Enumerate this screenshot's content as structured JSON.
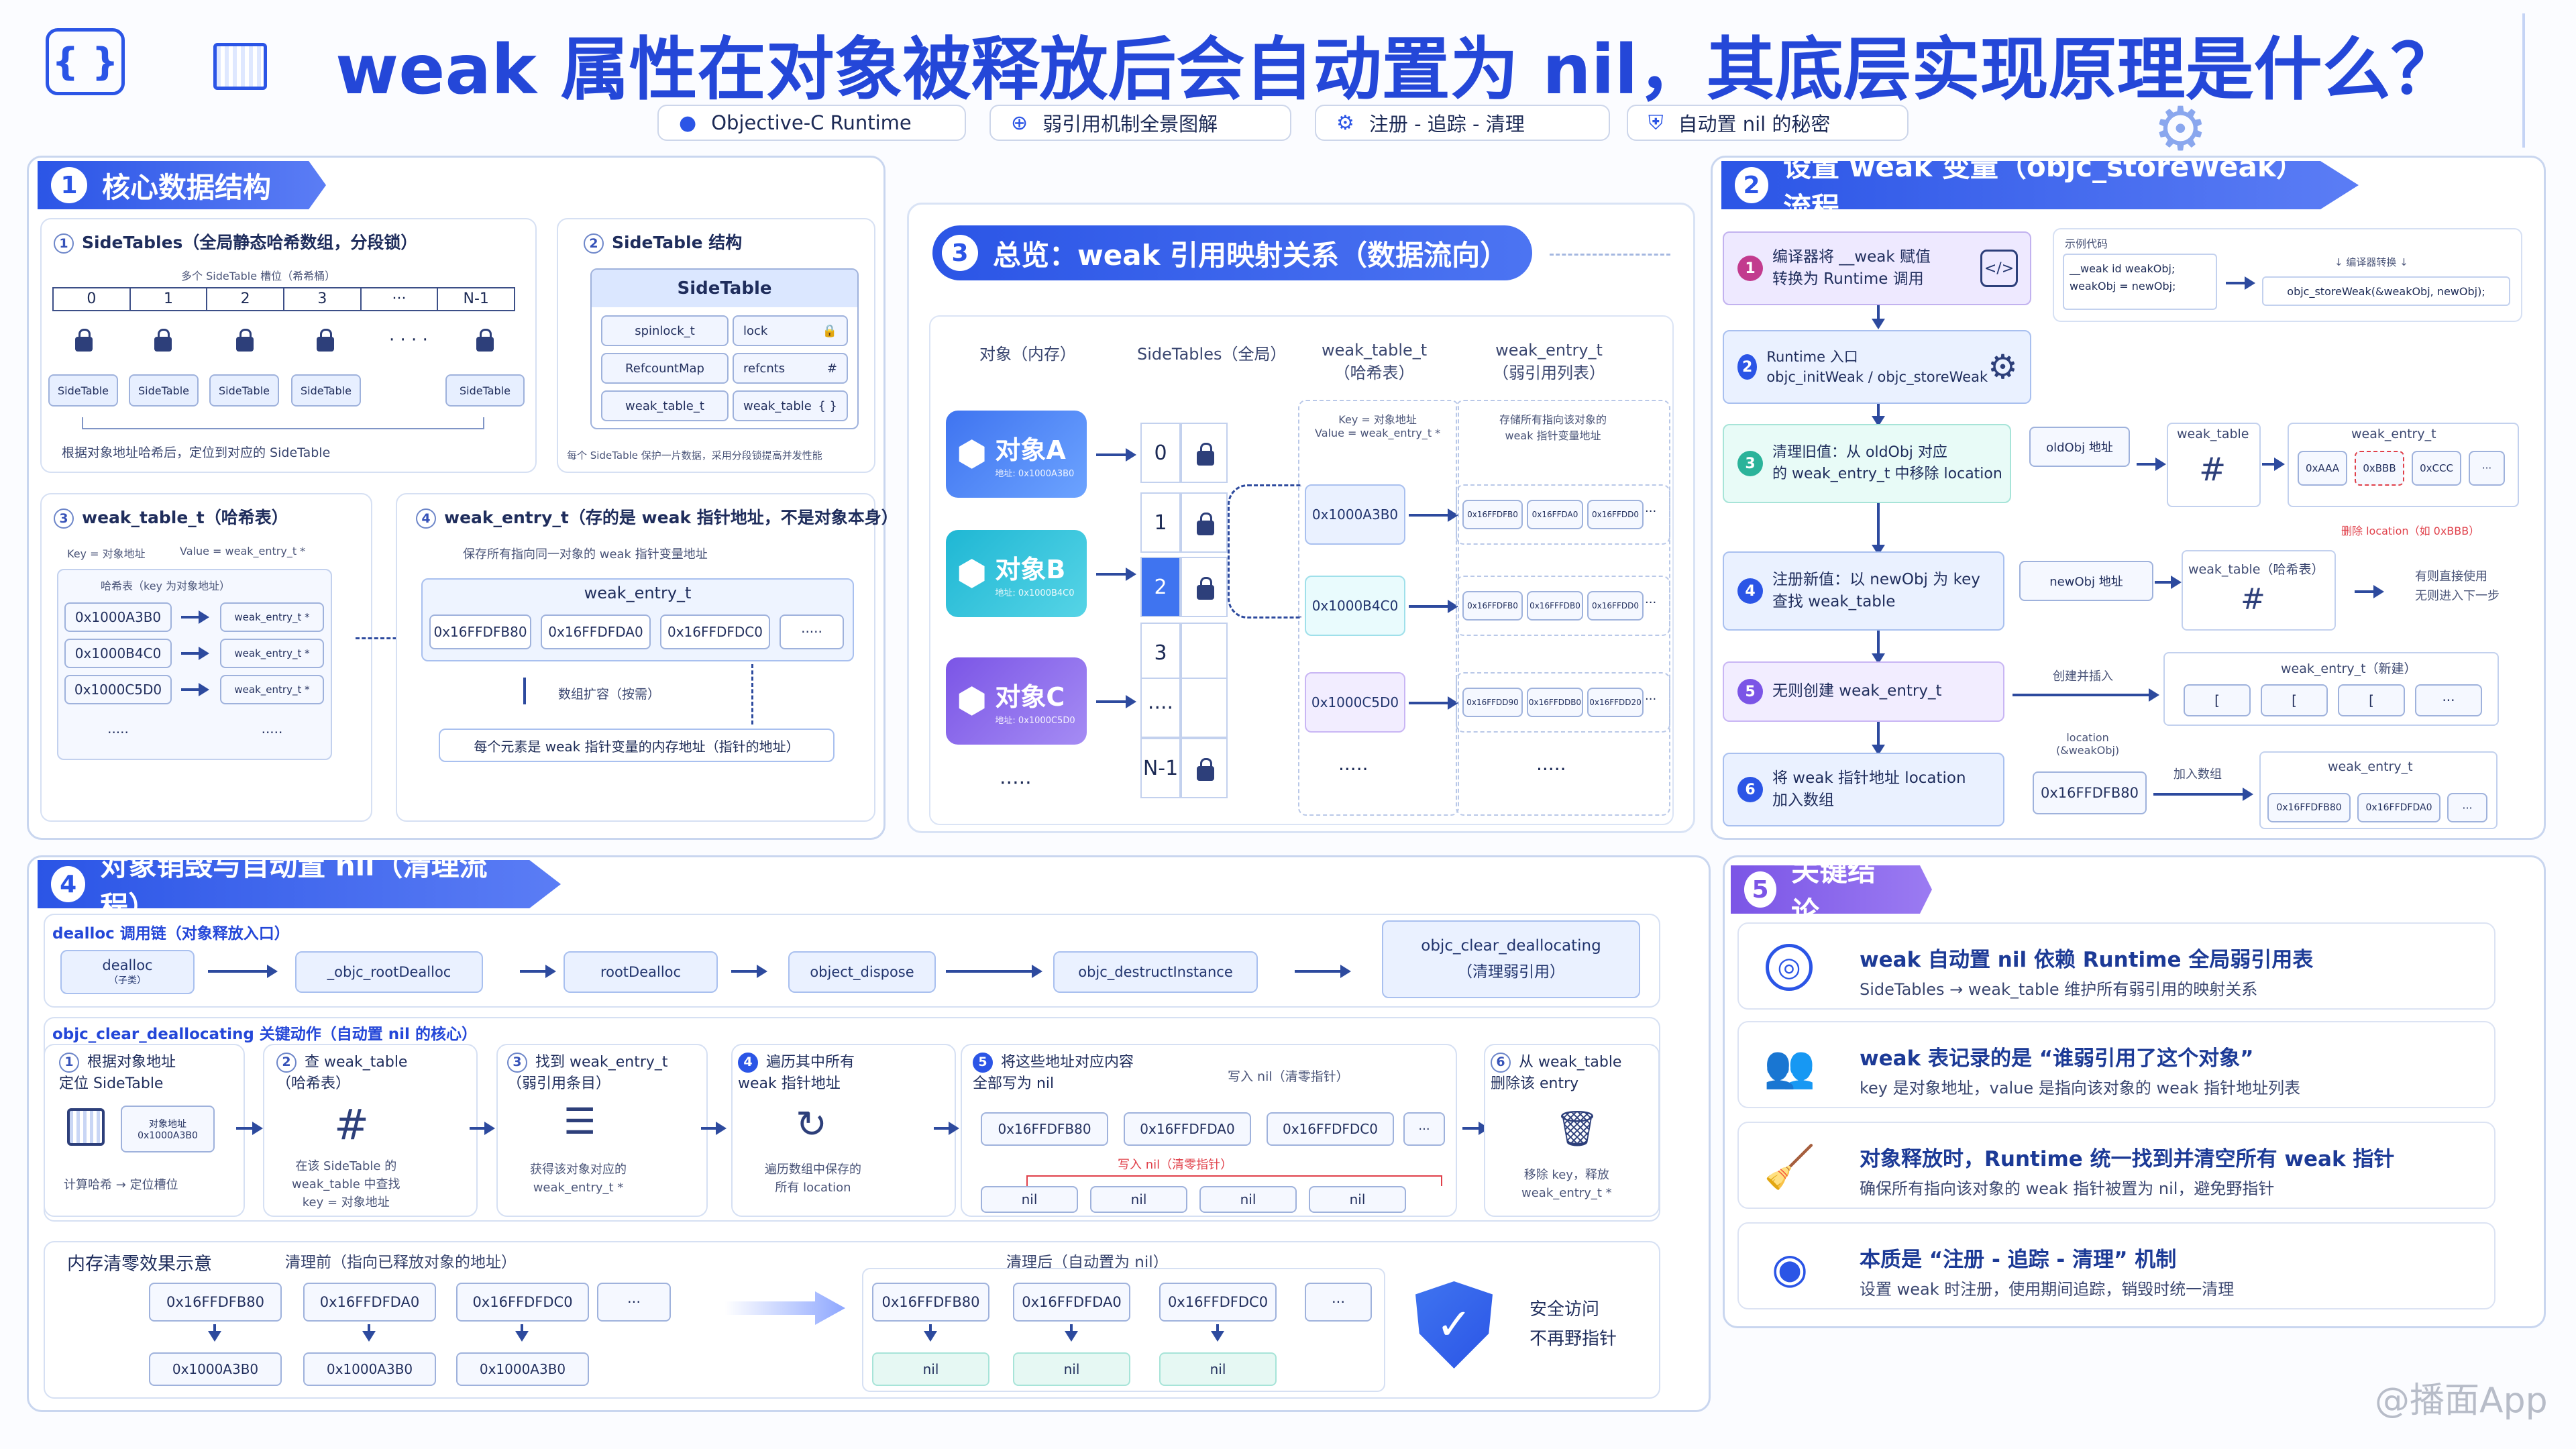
{
  "header": {
    "title": "weak 属性在对象被释放后会自动置为 nil，其底层实现原理是什么？",
    "tags": [
      "Objective-C Runtime",
      "弱引用机制全景图解",
      "注册 - 追踪 - 清理",
      "自动置 nil 的秘密"
    ]
  },
  "s1": {
    "title": "核心数据结构",
    "num": "1",
    "b1": {
      "num": "1",
      "title": "SideTables（全局静态哈希数组，分段锁）",
      "caption": "多个 SideTable 槽位（希希桶）",
      "slots": [
        "0",
        "1",
        "2",
        "3",
        "···",
        "N-1"
      ],
      "labels": [
        "SideTable",
        "SideTable",
        "SideTable",
        "SideTable",
        "SideTable"
      ],
      "footer": "根据对象地址哈希后，定位到对应的 SideTable"
    },
    "b2": {
      "num": "2",
      "title": "SideTable 结构",
      "header": "SideTable",
      "rows": [
        {
          "k": "spinlock_t",
          "v": "lock"
        },
        {
          "k": "RefcountMap",
          "v": "refcnts"
        },
        {
          "k": "weak_table_t",
          "v": "weak_table"
        }
      ],
      "footer": "每个 SideTable 保护一片数据，采用分段锁提高并发性能"
    },
    "b3": {
      "num": "3",
      "title": "weak_table_t（哈希表）",
      "key": "Key = 对象地址",
      "value": "Value = weak_entry_t *",
      "sub": "哈希表（key 为对象地址）",
      "keys": [
        "0x1000A3B0",
        "0x1000B4C0",
        "0x1000C5D0",
        "·····"
      ],
      "vals": [
        "weak_entry_t *",
        "weak_entry_t *",
        "weak_entry_t *",
        "·····"
      ]
    },
    "b4": {
      "num": "4",
      "title": "weak_entry_t（存的是 weak 指针地址，不是对象本身）",
      "sub": "保存所有指向同一对象的 weak 指针变量地址",
      "header": "weak_entry_t",
      "items": [
        "0x16FFDFB80",
        "0x16FFDFDA0",
        "0x16FFDFDC0",
        "·····"
      ],
      "expand": "数组扩容（按需）",
      "footer": "每个元素是 weak 指针变量的内存地址（指针的地址）"
    }
  },
  "s3": {
    "title": "总览：weak 引用映射关系（数据流向）",
    "num": "3",
    "cols": [
      "对象（内存）",
      "SideTables（全局）",
      "weak_table_t\n（哈希表）",
      "weak_entry_t\n（弱引用列表）"
    ],
    "objects": [
      {
        "name": "对象A",
        "addr": "地址: 0x1000A3B0"
      },
      {
        "name": "对象B",
        "addr": "地址: 0x1000B4C0"
      },
      {
        "name": "对象C",
        "addr": "地址: 0x1000C5D0"
      }
    ],
    "more": "·····",
    "slots": [
      "0",
      "1",
      "2",
      "3",
      "····",
      "N-1"
    ],
    "wt_note": "Key = 对象地址\nValue = weak_entry_t *",
    "wt_keys": [
      "0x1000A3B0",
      "0x1000B4C0",
      "0x1000C5D0",
      "·····"
    ],
    "we_note": "存储所有指向该对象的\nweak 指针变量地址",
    "we_rows": [
      [
        "0x16FFDFB0",
        "0x16FFDA0",
        "0x16FFDD0"
      ],
      [
        "0x16FFDFB0",
        "0x16FFFDB0",
        "0x16FFDD0"
      ],
      [
        "0x16FFDD90",
        "0x16FFDDB0",
        "0x16FFDD20"
      ]
    ],
    "we_more": "·····"
  },
  "s2": {
    "title": "设置 weak 变量（objc_storeWeak）流程",
    "num": "2",
    "steps": [
      "编译器将 __weak 赋值\n转换为 Runtime 调用",
      "Runtime 入口\nobjc_initWeak / objc_storeWeak",
      "清理旧值：从 oldObj 对应\n的 weak_entry_t 中移除 location",
      "注册新值：以 newObj 为 key\n查找 weak_table",
      "无则创建 weak_entry_t",
      "将 weak 指针地址 location\n加入数组"
    ],
    "code_title": "示例代码",
    "code": "__weak id weakObj;\nweakObj = newObj;",
    "compile": "↓ 编译器转换 ↓",
    "call": "objc_storeWeak(&weakObj, newObj);",
    "oldobj": "oldObj 地址",
    "weak_table": "weak_table",
    "weak_entry": "weak_entry_t",
    "entry_items": [
      "0xAAA",
      "0xBBB",
      "0xCCC",
      "···"
    ],
    "remove": "删除 location（如 0xBBB）",
    "newobj": "newObj 地址",
    "weak_table2": "weak_table（哈希表）",
    "direct": "有则直接使用\n无则进入下一步",
    "create": "创建并插入",
    "new_entry": "weak_entry_t（新建）",
    "new_items": [
      "[",
      "[",
      "[",
      "···"
    ],
    "loc": "location\n(&weakObj)",
    "loc_addr": "0x16FFDFB80",
    "add": "加入数组",
    "final_entry": "weak_entry_t",
    "final_items": [
      "0x16FFDFB80",
      "0x16FFDFDA0",
      "···"
    ]
  },
  "s4": {
    "title": "对象销毁与自动置 nil（清理流程）",
    "num": "4",
    "chain_title": "dealloc 调用链（对象释放入口）",
    "chain": [
      "dealloc",
      "_objc_rootDealloc",
      "rootDealloc",
      "object_dispose",
      "objc_destructInstance",
      "objc_clear_deallocating"
    ],
    "chain_sub": [
      "（子类）",
      "",
      "",
      "",
      "",
      "（清理弱引用）"
    ],
    "clear_title": "objc_clear_deallocating 关键动作（自动置 nil 的核心）",
    "steps": [
      {
        "n": "1",
        "t": "根据对象地址\n定位 SideTable",
        "note": "计算哈希 → 定位槽位",
        "obj": "对象地址\n0x1000A3B0"
      },
      {
        "n": "2",
        "t": "查 weak_table\n（哈希表）",
        "note": "在该 SideTable 的\nweak_table 中查找\nkey = 对象地址"
      },
      {
        "n": "3",
        "t": "找到 weak_entry_t\n（弱引用条目）",
        "note": "获得该对象对应的\nweak_entry_t *"
      },
      {
        "n": "4",
        "t": "遍历其中所有\nweak 指针地址",
        "note": "遍历数组中保存的\n所有 location"
      },
      {
        "n": "5",
        "t": "将这些地址对应内容\n全部写为 nil",
        "note": "写入 nil（清零指针）",
        "addrs": [
          "0x16FFDFB80",
          "0x16FFDFDA0",
          "0x16FFDFDC0",
          "···"
        ],
        "nils": [
          "nil",
          "nil",
          "nil",
          "nil"
        ],
        "write": "写入 nil（清零指针）"
      },
      {
        "n": "6",
        "t": "从 weak_table\n删除该 entry",
        "note": "移除 key，释放\nweak_entry_t *"
      }
    ],
    "mem_title": "内存清零效果示意",
    "before": "清理前（指向已释放对象的地址）",
    "before_addrs": [
      "0x16FFDFB80",
      "0x16FFDFDA0",
      "0x16FFDFDC0",
      "···"
    ],
    "before_vals": [
      "0x1000A3B0",
      "0x1000A3B0",
      "0x1000A3B0"
    ],
    "after": "清理后（自动置为 nil）",
    "after_addrs": [
      "0x16FFDFB80",
      "0x16FFDFDA0",
      "0x16FFDFDC0",
      "···"
    ],
    "after_vals": [
      "nil",
      "nil",
      "nil"
    ],
    "safe": "安全访问\n不再野指针"
  },
  "s5": {
    "title": "关键结论",
    "num": "5",
    "items": [
      {
        "icon": "globe-icon",
        "t1": "weak 自动置 nil 依赖 Runtime 全局弱引用表",
        "t2": "SideTables → weak_table 维护所有弱引用的映射关系"
      },
      {
        "icon": "users-icon",
        "t1": "weak 表记录的是 “谁弱引用了这个对象”",
        "t2": "key 是对象地址，value 是指向该对象的 weak 指针地址列表"
      },
      {
        "icon": "broom-icon",
        "t1": "对象释放时，Runtime 统一找到并清空所有 weak 指针",
        "t2": "确保所有指向该对象的 weak 指针被置为 nil，避免野指针"
      },
      {
        "icon": "target-icon",
        "t1": "本质是 “注册 - 追踪 - 清理” 机制",
        "t2": "设置 weak 时注册，使用期间追踪，销毁时统一清理"
      }
    ]
  },
  "watermark": "@播面App",
  "colors": {
    "primary": "#2b55e6",
    "accent": "#e0404a",
    "panel_border": "#c9d6ef"
  }
}
